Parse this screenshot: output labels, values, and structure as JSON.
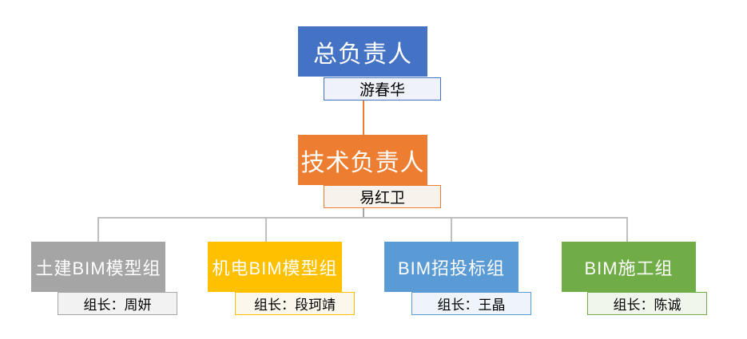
{
  "chart_title": "",
  "colors": {
    "lead": "#4472C4",
    "tech": "#ED7D31",
    "team_civil": "#A5A5A5",
    "team_mep": "#FFC000",
    "team_bid": "#5B9BD5",
    "team_construction": "#70AD47",
    "connector_vertical_top": "#ED7D31",
    "connector_branch": "#BFBFBF"
  },
  "hierarchy": {
    "lead": {
      "title": "总负责人",
      "person": "游春华"
    },
    "tech": {
      "title": "技术负责人",
      "person": "易红卫"
    },
    "teams": [
      {
        "title": "土建BIM模型组",
        "leader": "组长：周妍"
      },
      {
        "title": "机电BIM模型组",
        "leader": "组长：段珂靖"
      },
      {
        "title": "BIM招投标组",
        "leader": "组长：王晶"
      },
      {
        "title": "BIM施工组",
        "leader": "组长：陈诚"
      }
    ]
  }
}
